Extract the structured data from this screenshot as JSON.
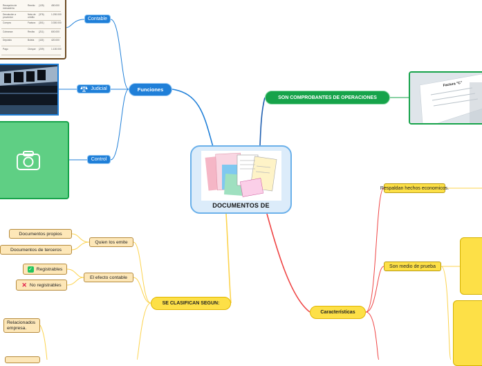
{
  "center": {
    "title": "DOCUMENTOS DE"
  },
  "branches": {
    "funciones": {
      "label": "Funciones",
      "children": {
        "contable": "Contable",
        "judicial": "Judicial",
        "control": "Control"
      }
    },
    "comprobantes": {
      "label": "SON COMPROBANTES DE OPERACIONES"
    },
    "caracteristicas": {
      "label": "Características",
      "children": {
        "respaldan": "Respaldan hechos economicos.",
        "prueba": "Son medio de prueba"
      }
    },
    "clasifican": {
      "label": "SE CLASIFICAN SEGUN:",
      "quien": {
        "label": "Quien los emite",
        "propios": "Documentos propios",
        "terceros": "Documentos de terceros"
      },
      "efecto": {
        "label": "El efecto contable",
        "registrables": "Registrables",
        "no_registrables": "No registrables"
      },
      "relacionados": "Relacionados empresa."
    }
  },
  "table_image": {
    "rows": [
      [
        "Recepción de mercadería",
        "Remito",
        "(125)",
        "450.000"
      ],
      [
        "Devolución a proveedor",
        "Nota de crédito",
        "(376)",
        "1.200.000"
      ],
      [
        "Compra",
        "Factura",
        "(301)",
        "3.300.000"
      ],
      [
        "Cobranza",
        "Recibo",
        "(211)",
        "600.000"
      ],
      [
        "Depósito",
        "Boleta",
        "(115)",
        "420.000"
      ],
      [
        "Pago",
        "Cheque",
        "(209)",
        "1.100.000"
      ]
    ]
  },
  "factura_image": {
    "label": "Factura \"C\""
  },
  "colors": {
    "funciones": "#1f7fd8",
    "comprobantes": "#16a34a",
    "caracteristicas": "#fde047",
    "clasifican": "#fde047",
    "line_blue": "#1f7fd8",
    "line_red": "#ef4444",
    "line_yellow": "#fcd34d"
  },
  "icons": [
    "balance-scale-icon",
    "camera-icon",
    "check-icon",
    "cross-icon"
  ]
}
